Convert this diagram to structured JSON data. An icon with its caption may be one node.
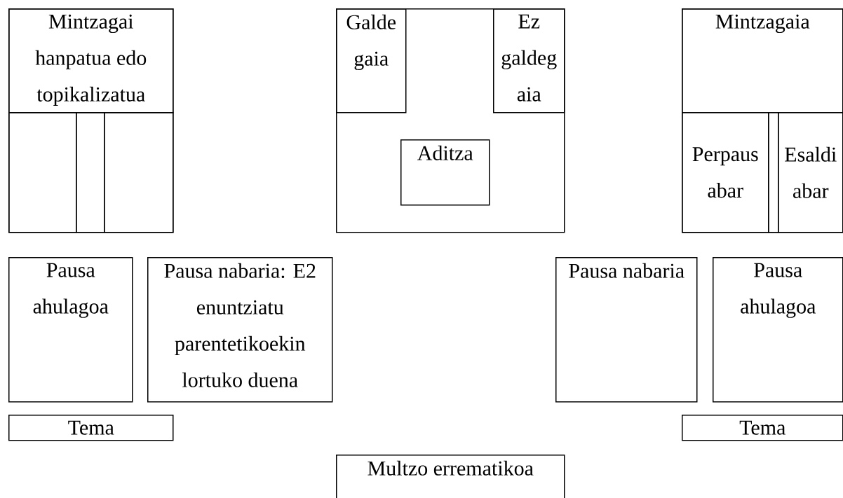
{
  "diagram": {
    "nodes": [
      {
        "text": [],
        "shape": "box"
      },
      {
        "text": [
          "Mintzagai hanpatua edo topikalizatua"
        ],
        "in": 0
      },
      {
        "text": [],
        "shape": "box",
        "in": 0
      },
      {
        "text": [],
        "shape": "box",
        "in": 0
      },
      {
        "text": [],
        "shape": "box",
        "in": 0
      },
      {
        "text": [],
        "shape": "box"
      },
      {
        "text": [
          "Galde gaia"
        ],
        "in": 5
      },
      {
        "text": [
          "Ez galdeg aia"
        ],
        "in": 5
      },
      {
        "text": [
          "Aditza"
        ],
        "in": 5
      },
      {
        "text": [],
        "shape": "box"
      },
      {
        "text": [
          "Mintzagaia"
        ],
        "in": 9
      },
      {
        "text": [
          "Perpaus abar"
        ],
        "in": 9
      },
      {
        "text": [],
        "shape": "box",
        "in": 9
      },
      {
        "text": [
          "Esaldi abar"
        ],
        "in": 9
      },
      {
        "text": [
          "Pausa ahulagoa"
        ]
      },
      {
        "text": [
          "Pausa nabaria: E2 enuntziatu parentetikoekin lortuko duena"
        ]
      },
      {
        "text": [
          "Pausa nabaria"
        ]
      },
      {
        "text": [
          "Pausa ahulagoa"
        ]
      },
      {
        "text": [
          "Tema"
        ]
      },
      {
        "text": [
          "Tema"
        ]
      },
      {
        "text": [
          "Multzo errematikoa"
        ]
      }
    ]
  }
}
